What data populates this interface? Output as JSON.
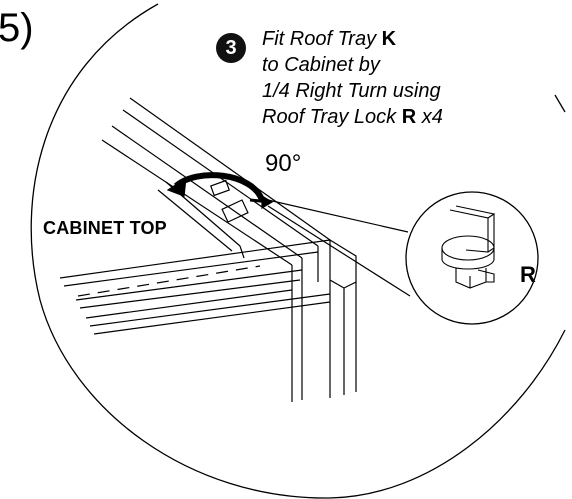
{
  "page": {
    "edge_text": "5)",
    "step_number": "3",
    "instruction": {
      "line1_text": "Fit Roof Tray ",
      "line1_part": "K",
      "line2": "to Cabinet by",
      "line3": "1/4 Right Turn using",
      "line4_text": "Roof Tray Lock ",
      "line4_part": "R",
      "line4_suffix": " x4"
    },
    "angle_label": "90°",
    "cabinet_label": "CABINET TOP",
    "detail_part_label": "R"
  },
  "icons": [
    "rotation-arrow-icon",
    "turn-arrow-icon"
  ],
  "colors": {
    "ink": "#000000",
    "badge": "#111111",
    "background": "#ffffff"
  }
}
